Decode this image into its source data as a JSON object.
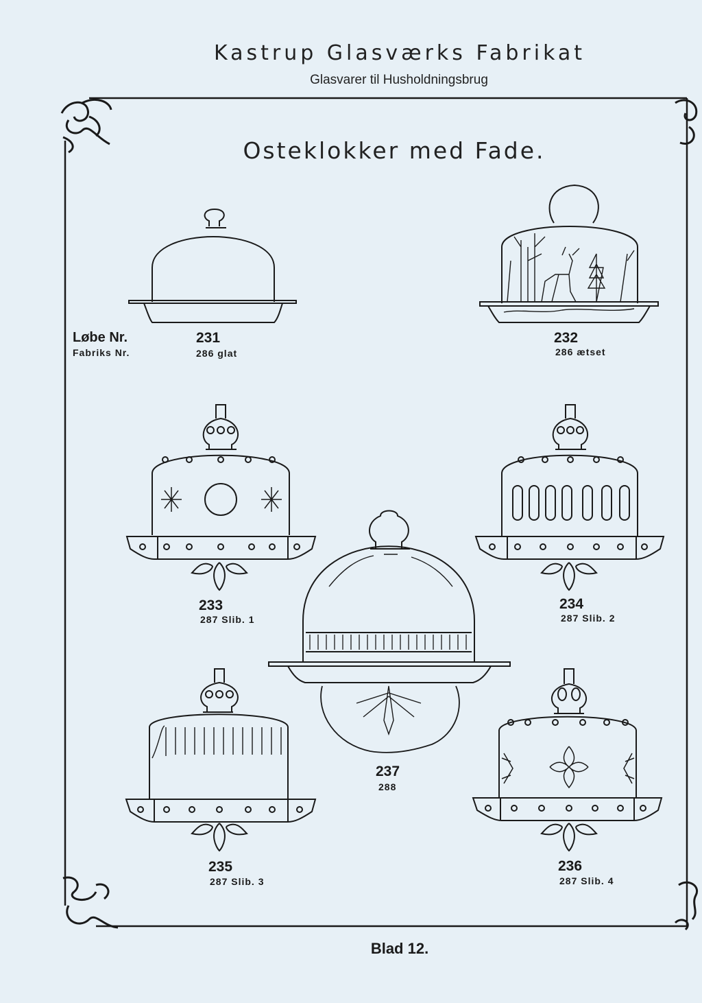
{
  "header": {
    "title": "Kastrup Glasværks Fabrikat",
    "subtitle": "Glasvarer til Husholdningsbrug"
  },
  "page_title": "Osteklokker med Fade.",
  "legend": {
    "lobe_nr": "Løbe Nr.",
    "fabriks_nr": "Fabriks Nr."
  },
  "items": [
    {
      "lobe_nr": "231",
      "fabriks_nr": "286 glat"
    },
    {
      "lobe_nr": "232",
      "fabriks_nr": "286 ætset"
    },
    {
      "lobe_nr": "233",
      "fabriks_nr": "287 Slib. 1"
    },
    {
      "lobe_nr": "234",
      "fabriks_nr": "287 Slib. 2"
    },
    {
      "lobe_nr": "235",
      "fabriks_nr": "287 Slib. 3"
    },
    {
      "lobe_nr": "236",
      "fabriks_nr": "287 Slib. 4"
    },
    {
      "lobe_nr": "237",
      "fabriks_nr": "288"
    }
  ],
  "footer": "Blad 12.",
  "colors": {
    "paper": "#e7f0f6",
    "ink": "#1a1a1a"
  }
}
